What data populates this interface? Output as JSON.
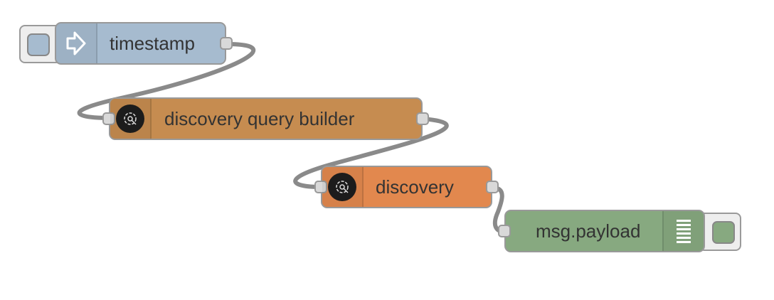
{
  "flow": {
    "nodes": [
      {
        "id": "timestamp",
        "label": "timestamp",
        "type": "inject",
        "color": "#a6bbcf",
        "icon": "arrow-right-icon"
      },
      {
        "id": "query-builder",
        "label": "discovery query builder",
        "type": "function",
        "color": "#c68c50",
        "icon": "watson-icon"
      },
      {
        "id": "discovery",
        "label": "discovery",
        "type": "service",
        "color": "#e2884e",
        "icon": "watson-icon"
      },
      {
        "id": "debug",
        "label": "msg.payload",
        "type": "debug",
        "color": "#87a980",
        "icon": "list-icon"
      }
    ],
    "wires": [
      {
        "from": "timestamp",
        "to": "query-builder"
      },
      {
        "from": "query-builder",
        "to": "discovery"
      },
      {
        "from": "discovery",
        "to": "debug"
      }
    ]
  },
  "colors": {
    "wire": "#8a8a8a",
    "node_border": "#999999",
    "port_fill": "#d9d9d9",
    "label_text": "#333333"
  }
}
